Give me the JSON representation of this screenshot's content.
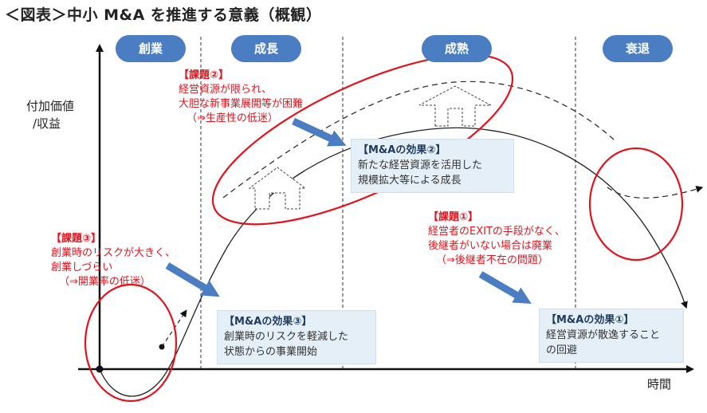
{
  "title": "＜図表＞中小 M&A を推進する意義（概観）",
  "axes": {
    "y_label_lines": [
      "付加価値",
      "/収益"
    ],
    "x_label": "時間"
  },
  "phases": [
    "創業",
    "成長",
    "成熟",
    "衰退"
  ],
  "issues": {
    "issue2": {
      "head": "【課題②】",
      "lines": [
        "経営資源が限られ、",
        "大胆な新事業展開等が困難",
        "（⇒生産性の低迷）"
      ]
    },
    "issue3": {
      "head": "【課題③】",
      "lines": [
        "創業時のリスクが大きく、",
        "創業しづらい",
        "（⇒開業率の低迷）"
      ]
    },
    "issue1": {
      "head": "【課題①】",
      "lines": [
        "経営者のEXITの手段がなく、",
        "後継者がいない場合は廃業",
        "（⇒後継者不在の問題）"
      ]
    }
  },
  "effects": {
    "effect2": {
      "head": "【M&Aの効果②】",
      "lines": [
        "新たな経営資源を活用した",
        "規模拡大等による成長"
      ]
    },
    "effect3": {
      "head": "【M&Aの効果③】",
      "lines": [
        "創業時のリスクを軽減した",
        "状態からの事業開始"
      ]
    },
    "effect1": {
      "head": "【M&Aの効果①】",
      "lines": [
        "経営資源が散逸すること",
        "の回避"
      ]
    }
  },
  "colors": {
    "phase_pill": "#4a7dc1",
    "issue_text": "#e0141e",
    "highlight_ellipse": "#e0141e",
    "effect_box": "#e5eff7",
    "arrow": "#4a7dc1",
    "curve": "#222222"
  }
}
